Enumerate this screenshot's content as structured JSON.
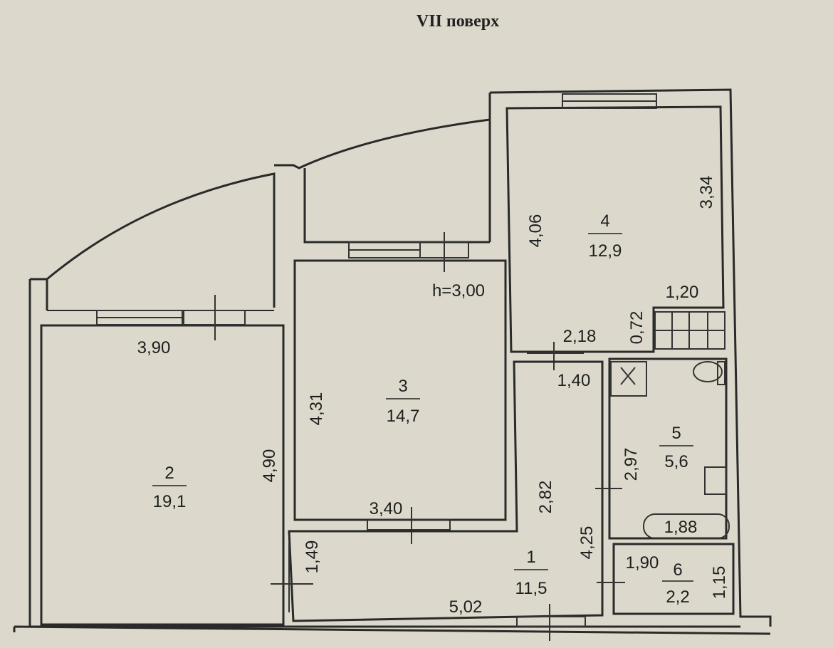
{
  "title": "VII поверх",
  "height_note": "h=3,00",
  "rooms": [
    {
      "id": "1",
      "number": "1",
      "area": "11,5"
    },
    {
      "id": "2",
      "number": "2",
      "area": "19,1"
    },
    {
      "id": "3",
      "number": "3",
      "area": "14,7"
    },
    {
      "id": "4",
      "number": "4",
      "area": "12,9"
    },
    {
      "id": "5",
      "number": "5",
      "area": "5,6"
    },
    {
      "id": "6",
      "number": "6",
      "area": "2,2"
    }
  ],
  "dimensions": {
    "room2_width": "3,90",
    "room2_length": "4,90",
    "room3_width": "3,40",
    "room3_length": "4,31",
    "room4_length_left": "4,06",
    "room4_length_right": "3,34",
    "room4_width": "2,18",
    "kitchen_niche_width": "1,20",
    "kitchen_niche_depth": "0,72",
    "hall_passage": "1,40",
    "hall_upper": "2,82",
    "hall_length": "4,25",
    "hall_width": "5,02",
    "hall_left": "1,49",
    "bath_length": "2,97",
    "bath_width": "1,88",
    "wc_width": "1,90",
    "wc_length": "1,15"
  }
}
